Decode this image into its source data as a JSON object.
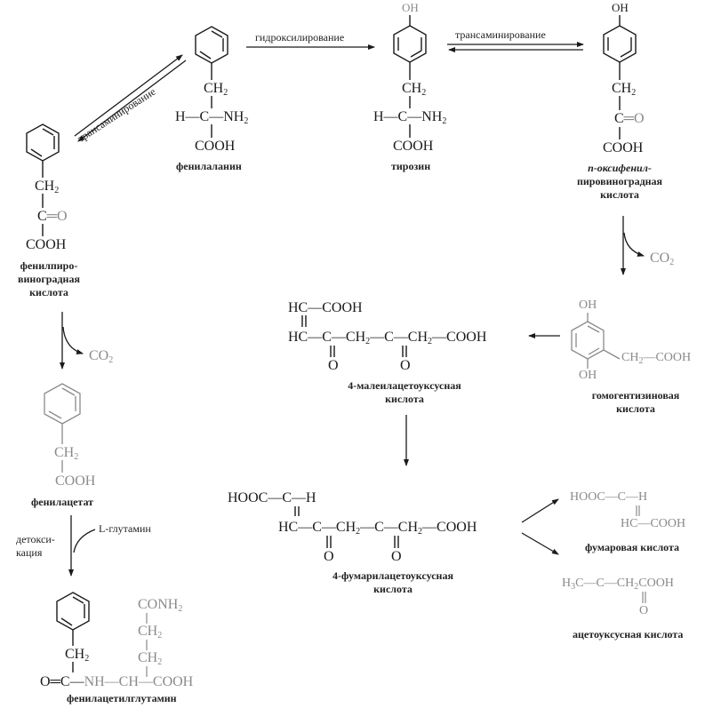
{
  "colors": {
    "main": "#1a1a1a",
    "secondary": "#8a8a8a",
    "background": "#ffffff"
  },
  "reactions": {
    "transamination_left": "трансаминирование",
    "hydroxylation": "гидроксилирование",
    "transamination_right": "трансаминирование",
    "detox_line1": "детокси-",
    "detox_line2": "кация",
    "l_glutamine": "L-глутамин",
    "co2": "CO",
    "co2_sub": "2"
  },
  "compounds": {
    "phenylalanine": {
      "name": "фенилаланин",
      "ch2": "CH",
      "ch2_sub": "2",
      "hc": "H—C—NH",
      "hc_sub": "2",
      "cooh": "COOH"
    },
    "tyrosine": {
      "name": "тирозин",
      "oh": "OH",
      "ch2": "CH",
      "ch2_sub": "2",
      "hc": "H—C—NH",
      "hc_sub": "2",
      "cooh": "COOH"
    },
    "hydroxyphenylpyruvate": {
      "name_l1": "п-оксифенил-",
      "name_l2": "пировиноградная",
      "name_l3": "кислота",
      "oh": "OH",
      "ch2": "CH",
      "ch2_sub": "2",
      "co": "C",
      "co_o": "═O",
      "cooh": "COOH"
    },
    "phenylpyruvate": {
      "name_l1": "фенилпиро-",
      "name_l2": "виноградная",
      "name_l3": "кислота",
      "ch2": "CH",
      "ch2_sub": "2",
      "co": "C",
      "co_o": "═O",
      "cooh": "COOH"
    },
    "phenylacetate": {
      "name": "фенилацетат",
      "ch2": "CH",
      "ch2_sub": "2",
      "cooh": "COOH"
    },
    "phenylacetylglutamine": {
      "name": "фенилацетилглутамин",
      "conh2": "CONH",
      "conh2_sub": "2",
      "ch2a": "CH",
      "ch2a_sub": "2",
      "ch2b": "CH",
      "ch2b_sub": "2",
      "ch2": "CH",
      "ch2_sub": "2",
      "chain_black": "O═C—",
      "chain_grey": "NH—CH—COOH"
    },
    "homogentisate": {
      "name_l1": "гомогентизиновая",
      "name_l2": "кислота",
      "oh_top": "OH",
      "oh_bottom": "OH",
      "side": "CH",
      "side_sub": "2",
      "side_end": "—COOH"
    },
    "maleylacetoacetate": {
      "name_l1": "4-малеилацетоуксусная",
      "name_l2": "кислота",
      "top": "HC—COOH",
      "chain": "HC—C—CH",
      "chain_sub1": "2",
      "chain_mid": "—C—CH",
      "chain_sub2": "2",
      "chain_end": "—COOH",
      "o1": "O",
      "o2": "O"
    },
    "fumarylacetoacetate": {
      "name_l1": "4-фумарилацетоуксусная",
      "name_l2": "кислота",
      "top": "HOOC—C—H",
      "chain": "HC—C—CH",
      "chain_sub1": "2",
      "chain_mid": "—C—CH",
      "chain_sub2": "2",
      "chain_end": "—COOH",
      "o1": "O",
      "o2": "O"
    },
    "fumarate": {
      "name": "фумаровая кислота",
      "top": "HOOC—C—H",
      "bottom": "HC—COOH"
    },
    "acetoacetate": {
      "name": "ацетоуксусная кислота",
      "formula_a": "H",
      "formula_a_sub": "3",
      "formula_b": "C—C—CH",
      "formula_b_sub": "2",
      "formula_c": "COOH",
      "o": "O"
    }
  }
}
